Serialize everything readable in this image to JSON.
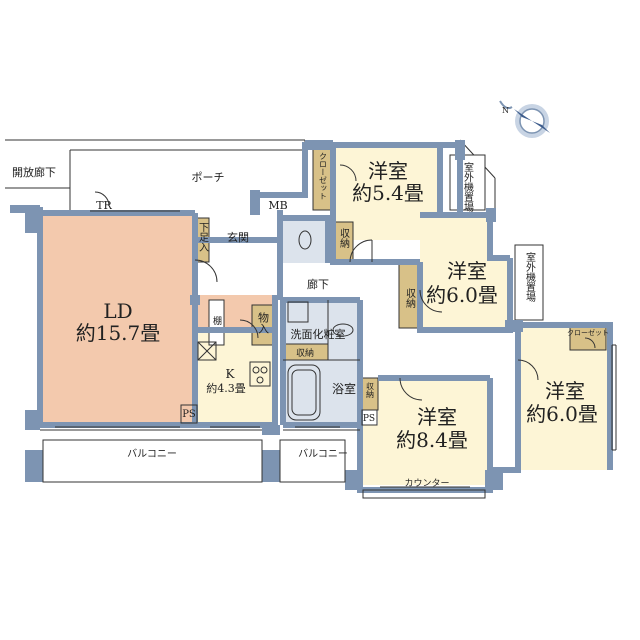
{
  "colors": {
    "ld_floor": "#f3c9ad",
    "room_floor": "#fdf5d6",
    "storage": "#d8c188",
    "wall": "#7d94b2",
    "tile": "#dce3ec",
    "line": "#333333"
  },
  "icons": {
    "compass": "compass-icon"
  },
  "rooms": {
    "ld": {
      "name": "LD",
      "size": "約15.7畳"
    },
    "k": {
      "name": "K",
      "size": "約4.3畳"
    },
    "bed1": {
      "name": "洋室",
      "size": "約5.4畳"
    },
    "bed2": {
      "name": "洋室",
      "size": "約6.0畳"
    },
    "bed3": {
      "name": "洋室",
      "size": "約8.4畳"
    },
    "bed4": {
      "name": "洋室",
      "size": "約6.0畳"
    },
    "washroom": "洗面化粧室",
    "bath": "浴室",
    "entrance": "玄関",
    "hallway": "廊下"
  },
  "labels": {
    "open_corridor": "開放廊下",
    "porch": "ポーチ",
    "tr": "TR",
    "mb": "MB",
    "closet_v": "クローゼット",
    "closet_h": "クローゼット",
    "outdoor_unit_1": "室外機置場",
    "outdoor_unit_2": "室外機置場",
    "shoe_box": "下足入",
    "storage_1": "収納",
    "storage_2": "収納",
    "storage_3": "収納",
    "storage_4": "収納",
    "shelf": "棚",
    "pantry": "物入",
    "ps_1": "PS",
    "ps_2": "PS",
    "balcony_1": "バルコニー",
    "balcony_2": "バルコニー",
    "counter": "カウンター"
  }
}
